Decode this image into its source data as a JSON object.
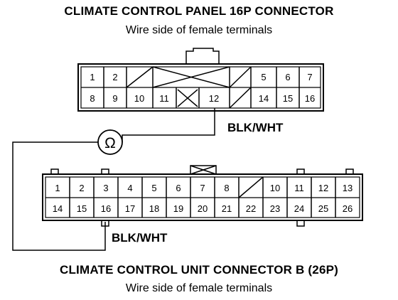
{
  "connector1": {
    "title": "CLIMATE CONTROL PANEL 16P CONNECTOR",
    "subtitle": "Wire side of female terminals",
    "row1": [
      "1",
      "2",
      "",
      "",
      "",
      "",
      "5",
      "6",
      "7"
    ],
    "row2": [
      "8",
      "9",
      "10",
      "11",
      "",
      "12",
      "",
      "14",
      "15",
      "16"
    ],
    "wire_label": "BLK/WHT"
  },
  "connector2": {
    "title": "CLIMATE CONTROL UNIT CONNECTOR B (26P)",
    "subtitle": "Wire side of female terminals",
    "row1": [
      "1",
      "2",
      "3",
      "4",
      "5",
      "6",
      "7",
      "8",
      "",
      "10",
      "11",
      "12",
      "13"
    ],
    "row2": [
      "14",
      "15",
      "16",
      "17",
      "18",
      "19",
      "20",
      "21",
      "22",
      "23",
      "24",
      "25",
      "26"
    ],
    "wire_label": "BLK/WHT"
  },
  "meter_symbol": "Ω"
}
